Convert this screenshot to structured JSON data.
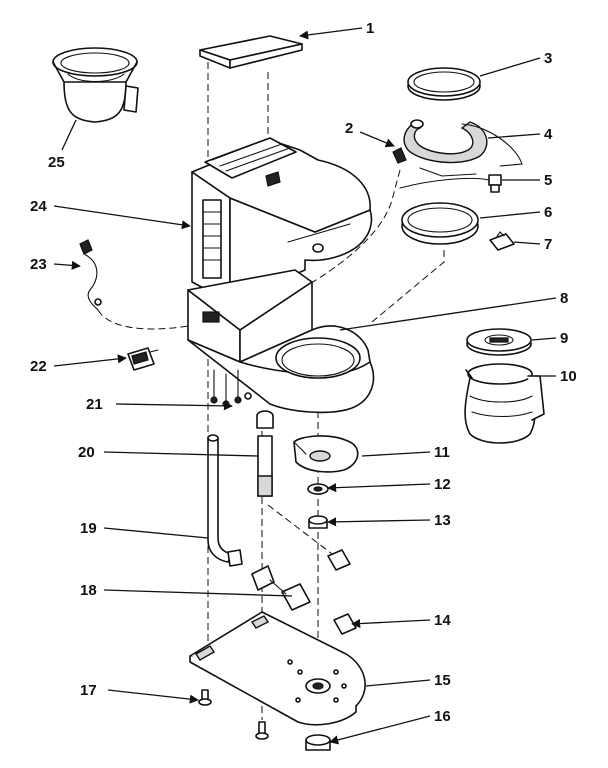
{
  "colors": {
    "ink": "#111111",
    "paper": "#ffffff"
  },
  "part_numbers": {
    "p1": "1",
    "p2": "2",
    "p3": "3",
    "p4": "4",
    "p5": "5",
    "p6": "6",
    "p7": "7",
    "p8": "8",
    "p9": "9",
    "p10": "10",
    "p11": "11",
    "p12": "12",
    "p13": "13",
    "p14": "14",
    "p15": "15",
    "p16": "16",
    "p17": "17",
    "p18": "18",
    "p19": "19",
    "p20": "20",
    "p21": "21",
    "p22": "22",
    "p23": "23",
    "p24": "24",
    "p25": "25"
  }
}
